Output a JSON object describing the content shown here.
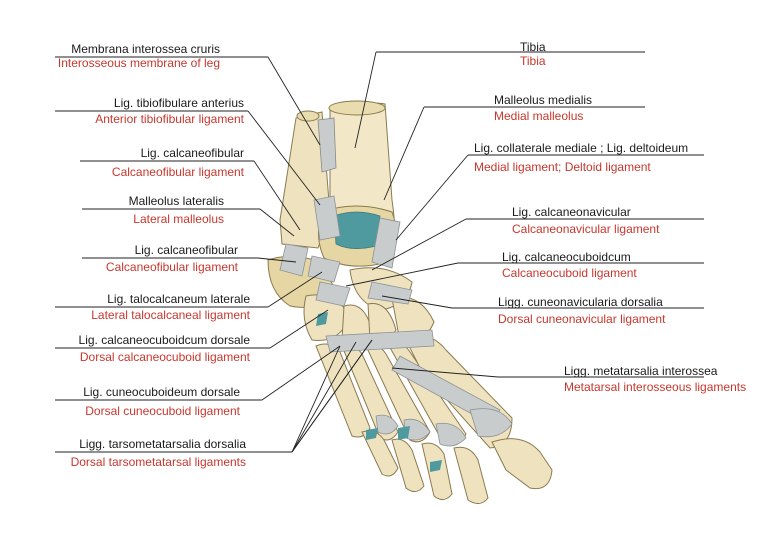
{
  "colors": {
    "latin": "#1a1a1a",
    "english": "#c8372d",
    "bone": "#efe3bf",
    "bone_shadow": "#d9c690",
    "ligament": "#c9cccd",
    "cartilage": "#4f9a9f",
    "leader_line": "#222222"
  },
  "labels": {
    "left": [
      {
        "latin": "Membrana interossea cruris",
        "english": "Interosseous membrane of leg"
      },
      {
        "latin": "Lig. tibiofibulare anterius",
        "english": "Anterior tibiofibular ligament"
      },
      {
        "latin": "Lig. calcaneofibular",
        "english": "Calcaneofibular ligament"
      },
      {
        "latin": "Malleolus lateralis",
        "english": "Lateral malleolus"
      },
      {
        "latin": "Lig. calcaneofibular",
        "english": "Calcaneofibular ligament"
      },
      {
        "latin": "Lig. talocalcaneum laterale",
        "english": "Lateral talocalcaneal ligament"
      },
      {
        "latin": "Lig. calcaneocuboidcum dorsale",
        "english": "Dorsal calcaneocuboid ligament"
      },
      {
        "latin": "Lig. cuneocuboideum dorsale",
        "english": "Dorsal cuneocuboid ligament"
      },
      {
        "latin": "Ligg. tarsometatarsalia dorsalia",
        "english": "Dorsal tarsometatarsal ligaments"
      }
    ],
    "right": [
      {
        "latin": "Tibia",
        "english": "Tibia"
      },
      {
        "latin": "Malleolus medialis",
        "english": "Medial malleolus"
      },
      {
        "latin": "Lig. collaterale mediale ; Lig. deltoideum",
        "english": "Medial ligament; Deltoid ligament"
      },
      {
        "latin": "Lig. calcaneonavicular",
        "english": "Calcaneonavicular ligament"
      },
      {
        "latin": "Lig. calcaneocuboidcum",
        "english": "Calcaneocuboid ligament"
      },
      {
        "latin": "Ligg. cuneonavicularia dorsalia",
        "english": "Dorsal cuneonavicular ligament"
      },
      {
        "latin": "Ligg. metatarsalia interossea",
        "english": "Metatarsal interosseous ligaments"
      }
    ]
  }
}
